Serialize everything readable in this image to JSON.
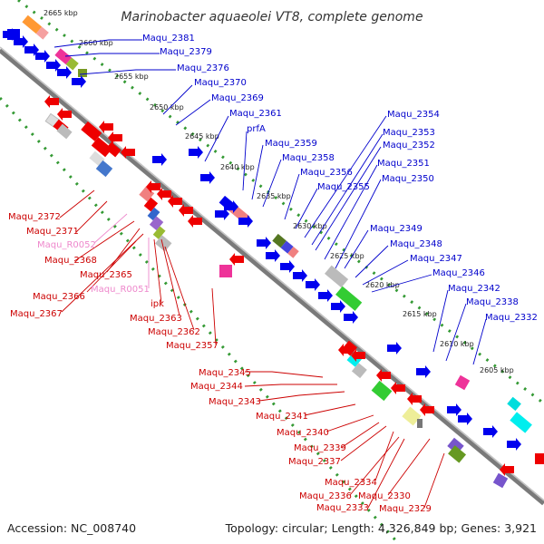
{
  "title": "Marinobacter aquaeolei VT8, complete genome",
  "accession": "Accession: NC_008740",
  "summary": "Topology: circular; Length: 4,326,849 bp; Genes: 3,921",
  "kbp_ticks": [
    "2665 kbp",
    "2660 kbp",
    "2655 kbp",
    "2650 kbp",
    "2645 kbp",
    "2640 kbp",
    "2635 kbp",
    "2630 kbp",
    "2625 kbp",
    "2620 kbp",
    "2615 kbp",
    "2610 kbp",
    "2605 kbp"
  ],
  "top_strand_labels": [
    "Maqu_2381",
    "Maqu_2379",
    "Maqu_2376",
    "Maqu_2370",
    "Maqu_2369",
    "Maqu_2361",
    "prfA",
    "Maqu_2359",
    "Maqu_2358",
    "Maqu_2356",
    "Maqu_2355",
    "Maqu_2354",
    "Maqu_2353",
    "Maqu_2352",
    "Maqu_2351",
    "Maqu_2350",
    "Maqu_2349",
    "Maqu_2348",
    "Maqu_2347",
    "Maqu_2346",
    "Maqu_2342",
    "Maqu_2338",
    "Maqu_2332"
  ],
  "bottom_strand_labels": [
    "Maqu_2372",
    "Maqu_2371",
    "Maqu_R0052",
    "Maqu_2368",
    "Maqu_2365",
    "Maqu_R0051",
    "Maqu_2366",
    "Maqu_2367",
    "ipk",
    "Maqu_2363",
    "Maqu_2362",
    "Maqu_2357",
    "Maqu_2345",
    "Maqu_2344",
    "Maqu_2343",
    "Maqu_2341",
    "Maqu_2340",
    "Maqu_2339",
    "Maqu_2337",
    "Maqu_2334",
    "Maqu_2336",
    "Maqu_2330",
    "Maqu_2333",
    "Maqu_2329"
  ],
  "colors": {
    "forward": "#0000ee",
    "reverse": "#ee0000",
    "rna": "#ee88cc",
    "backbone": "#808080",
    "dots": "#339933"
  }
}
